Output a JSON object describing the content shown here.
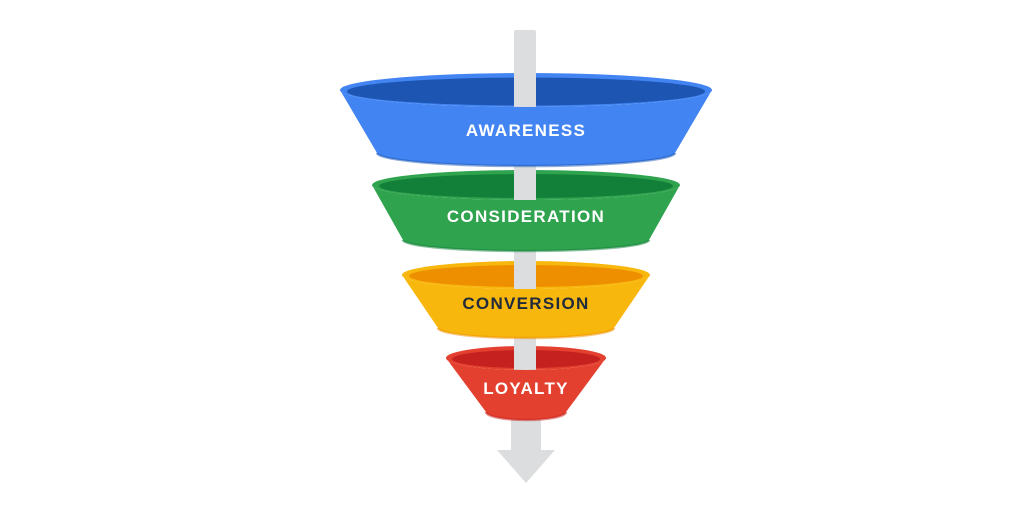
{
  "canvas": {
    "background": "#FFFFFF"
  },
  "funnel": {
    "stages": [
      {
        "id": "awareness",
        "label": "AWARENESS",
        "body_color": "#4284F2",
        "rim_color": "#1C55B2",
        "label_color": "#FFFFFF"
      },
      {
        "id": "consideration",
        "label": "CONSIDERATION",
        "body_color": "#30A34F",
        "rim_color": "#128039",
        "label_color": "#FFFFFF"
      },
      {
        "id": "conversion",
        "label": "CONVERSION",
        "body_color": "#F8B70C",
        "rim_color": "#EE8F00",
        "label_color": "#212B3B"
      },
      {
        "id": "loyalty",
        "label": "LOYALTY",
        "body_color": "#E4402F",
        "rim_color": "#C5221F",
        "label_color": "#FFFFFF"
      }
    ],
    "arrow": {
      "direction": "down",
      "color": "#DCDDDE"
    }
  }
}
